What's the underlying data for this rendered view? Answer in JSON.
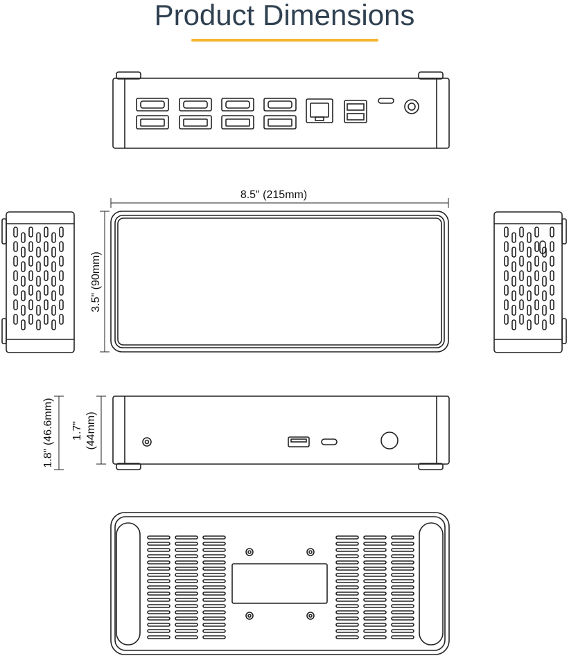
{
  "title": "Product Dimensions",
  "colors": {
    "accent": "#f5b52e",
    "title": "#2f4050",
    "line": "#222222"
  },
  "dimensions": {
    "width_label": "8.5\" (215mm)",
    "depth_label": "3.5\" (90mm)",
    "body_height_inch": "1.7\"",
    "body_height_mm": "(44mm)",
    "total_height_label": "1.8\" (46.6mm)"
  },
  "views": [
    "rear-view",
    "top-view",
    "left-side-view",
    "right-side-view",
    "front-view",
    "bottom-view"
  ],
  "rear_ports": [
    "hdmi-displayport-pair",
    "hdmi-displayport-pair",
    "hdmi-displayport-pair",
    "hdmi-displayport-pair",
    "ethernet-port",
    "usb-a-stack",
    "usb-c-port",
    "dc-power-jack"
  ],
  "front_ports": [
    "audio-jack",
    "usb-a-port",
    "usb-c-port",
    "power-button"
  ]
}
